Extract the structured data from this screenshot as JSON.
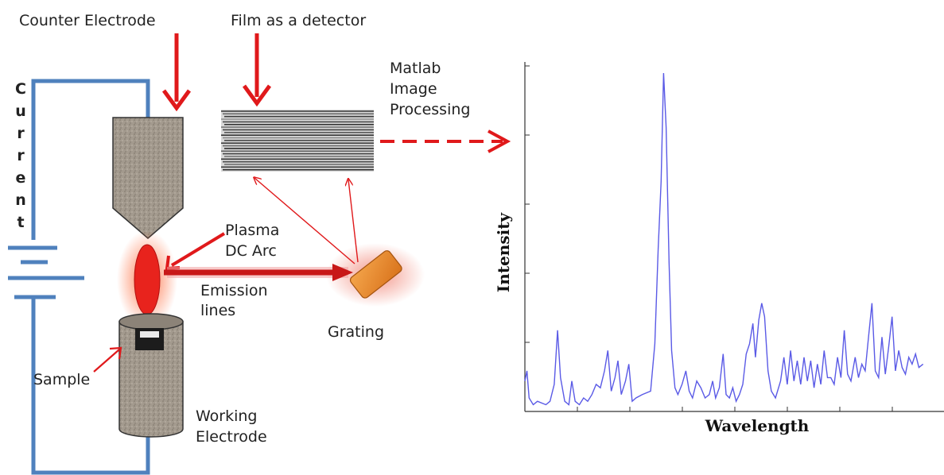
{
  "labels": {
    "counter_electrode": "Counter Electrode",
    "film_detector": "Film as a detector",
    "matlab_line1": "Matlab",
    "matlab_line2": "Image",
    "matlab_line3": "Processing",
    "current_letters": [
      "C",
      "u",
      "r",
      "r",
      "e",
      "n",
      "t"
    ],
    "plasma_line1": "Plasma",
    "plasma_line2": "DC Arc",
    "emission_line1": "Emission",
    "emission_line2": "lines",
    "grating": "Grating",
    "sample": "Sample",
    "working_line1": "Working",
    "working_line2": "Electrode"
  },
  "colors": {
    "wire": "#4f81bd",
    "arrow": "#e0191b",
    "electrode": "#9e9185",
    "plasma": "#e8231d",
    "grating": "#e88a2c",
    "spectrum_line": "#5a5ae6",
    "axis": "#333333"
  },
  "chart_data": {
    "type": "line",
    "title": "",
    "xlabel": "Wavelength",
    "ylabel": "Intensity",
    "x_ticks_count": 8,
    "y_ticks_count": 5,
    "xlim": [
      0,
      100
    ],
    "ylim": [
      0,
      100
    ],
    "series": [
      {
        "values": [
          [
            0,
            9
          ],
          [
            0.5,
            12
          ],
          [
            1,
            4
          ],
          [
            2,
            2
          ],
          [
            3,
            3
          ],
          [
            5,
            2
          ],
          [
            6,
            3
          ],
          [
            7,
            8
          ],
          [
            7.8,
            24
          ],
          [
            8.5,
            10
          ],
          [
            9.5,
            3
          ],
          [
            10.5,
            2
          ],
          [
            11.2,
            9
          ],
          [
            12,
            3
          ],
          [
            13,
            2
          ],
          [
            14,
            4
          ],
          [
            15,
            3
          ],
          [
            16,
            5
          ],
          [
            17,
            8
          ],
          [
            18,
            7
          ],
          [
            19,
            12
          ],
          [
            19.8,
            18
          ],
          [
            20.6,
            6
          ],
          [
            21.5,
            10
          ],
          [
            22.2,
            15
          ],
          [
            23,
            5
          ],
          [
            24,
            9
          ],
          [
            24.8,
            14
          ],
          [
            25.6,
            3
          ],
          [
            26.5,
            4
          ],
          [
            28,
            5
          ],
          [
            30,
            6
          ],
          [
            31,
            20
          ],
          [
            31.8,
            48
          ],
          [
            32.5,
            68
          ],
          [
            33.1,
            100
          ],
          [
            33.7,
            84
          ],
          [
            34.4,
            44
          ],
          [
            35,
            18
          ],
          [
            35.8,
            7
          ],
          [
            36.5,
            5
          ],
          [
            37.5,
            8
          ],
          [
            38.4,
            12
          ],
          [
            39.2,
            6
          ],
          [
            40,
            4
          ],
          [
            41,
            9
          ],
          [
            42,
            7
          ],
          [
            43,
            4
          ],
          [
            44,
            5
          ],
          [
            44.8,
            9
          ],
          [
            45.5,
            4
          ],
          [
            46.4,
            7
          ],
          [
            47.3,
            17
          ],
          [
            48,
            5
          ],
          [
            48.8,
            4
          ],
          [
            49.6,
            7
          ],
          [
            50.4,
            3
          ],
          [
            51.2,
            5
          ],
          [
            52,
            8
          ],
          [
            52.8,
            17
          ],
          [
            53.6,
            20
          ],
          [
            54.4,
            26
          ],
          [
            55,
            16
          ],
          [
            55.8,
            27
          ],
          [
            56.5,
            32
          ],
          [
            57.2,
            28
          ],
          [
            58,
            12
          ],
          [
            58.8,
            6
          ],
          [
            59.8,
            4
          ],
          [
            61,
            9
          ],
          [
            61.8,
            16
          ],
          [
            62.6,
            8
          ],
          [
            63.4,
            18
          ],
          [
            64.2,
            9
          ],
          [
            65,
            15
          ],
          [
            65.8,
            8
          ],
          [
            66.6,
            16
          ],
          [
            67.4,
            9
          ],
          [
            68.2,
            15
          ],
          [
            69,
            7
          ],
          [
            69.8,
            14
          ],
          [
            70.6,
            8
          ],
          [
            71.4,
            18
          ],
          [
            72.2,
            10
          ],
          [
            73,
            10
          ],
          [
            73.8,
            8
          ],
          [
            74.6,
            16
          ],
          [
            75.4,
            10
          ],
          [
            76.2,
            24
          ],
          [
            77,
            11
          ],
          [
            77.8,
            9
          ],
          [
            78.8,
            16
          ],
          [
            79.6,
            10
          ],
          [
            80.4,
            14
          ],
          [
            81.2,
            12
          ],
          [
            82,
            22
          ],
          [
            82.8,
            32
          ],
          [
            83.6,
            12
          ],
          [
            84.4,
            10
          ],
          [
            85.2,
            22
          ],
          [
            86,
            11
          ],
          [
            86.8,
            19
          ],
          [
            87.6,
            28
          ],
          [
            88.4,
            12
          ],
          [
            89.2,
            18
          ],
          [
            90,
            13
          ],
          [
            90.8,
            11
          ],
          [
            91.6,
            16
          ],
          [
            92.4,
            14
          ],
          [
            93.2,
            17
          ],
          [
            94,
            13
          ],
          [
            95,
            14
          ]
        ]
      }
    ]
  }
}
